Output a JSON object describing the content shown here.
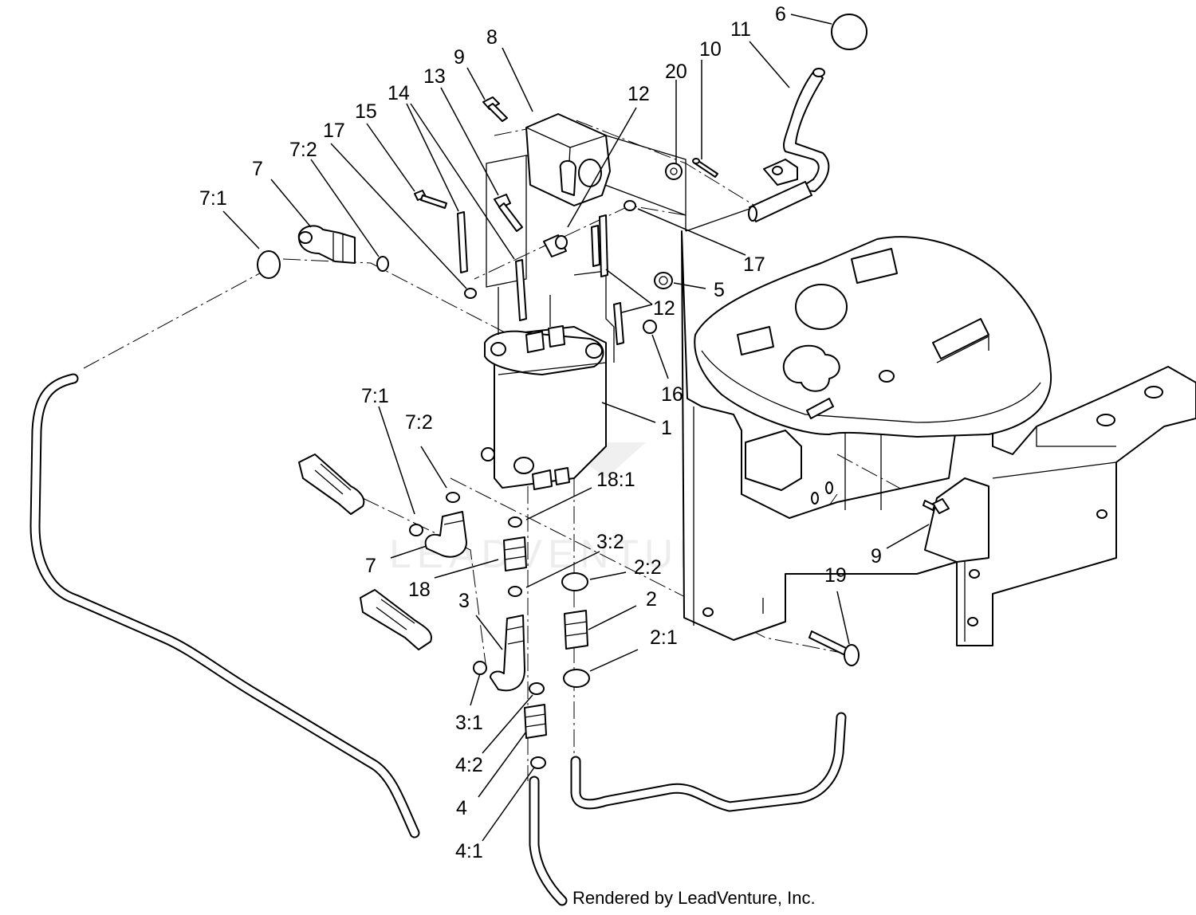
{
  "callouts": [
    {
      "id": "6",
      "text": "6"
    },
    {
      "id": "11",
      "text": "11"
    },
    {
      "id": "10",
      "text": "10"
    },
    {
      "id": "20",
      "text": "20"
    },
    {
      "id": "8",
      "text": "8"
    },
    {
      "id": "9a",
      "text": "9"
    },
    {
      "id": "13",
      "text": "13"
    },
    {
      "id": "14",
      "text": "14"
    },
    {
      "id": "15",
      "text": "15"
    },
    {
      "id": "12a",
      "text": "12"
    },
    {
      "id": "17a",
      "text": "17"
    },
    {
      "id": "7_2a",
      "text": "7:2"
    },
    {
      "id": "7a",
      "text": "7"
    },
    {
      "id": "7_1a",
      "text": "7:1"
    },
    {
      "id": "17b",
      "text": "17"
    },
    {
      "id": "5",
      "text": "5"
    },
    {
      "id": "12b",
      "text": "12"
    },
    {
      "id": "16",
      "text": "16"
    },
    {
      "id": "1",
      "text": "1"
    },
    {
      "id": "7_1b",
      "text": "7:1"
    },
    {
      "id": "7_2b",
      "text": "7:2"
    },
    {
      "id": "18_1",
      "text": "18:1"
    },
    {
      "id": "3_2",
      "text": "3:2"
    },
    {
      "id": "7b",
      "text": "7"
    },
    {
      "id": "18",
      "text": "18"
    },
    {
      "id": "2_2",
      "text": "2:2"
    },
    {
      "id": "3",
      "text": "3"
    },
    {
      "id": "2",
      "text": "2"
    },
    {
      "id": "9b",
      "text": "9"
    },
    {
      "id": "19",
      "text": "19"
    },
    {
      "id": "2_1",
      "text": "2:1"
    },
    {
      "id": "3_1",
      "text": "3:1"
    },
    {
      "id": "4_2",
      "text": "4:2"
    },
    {
      "id": "4",
      "text": "4"
    },
    {
      "id": "4_1",
      "text": "4:1"
    }
  ],
  "watermark": "LEADVENTURE",
  "credit": "Rendered by LeadVenture, Inc."
}
